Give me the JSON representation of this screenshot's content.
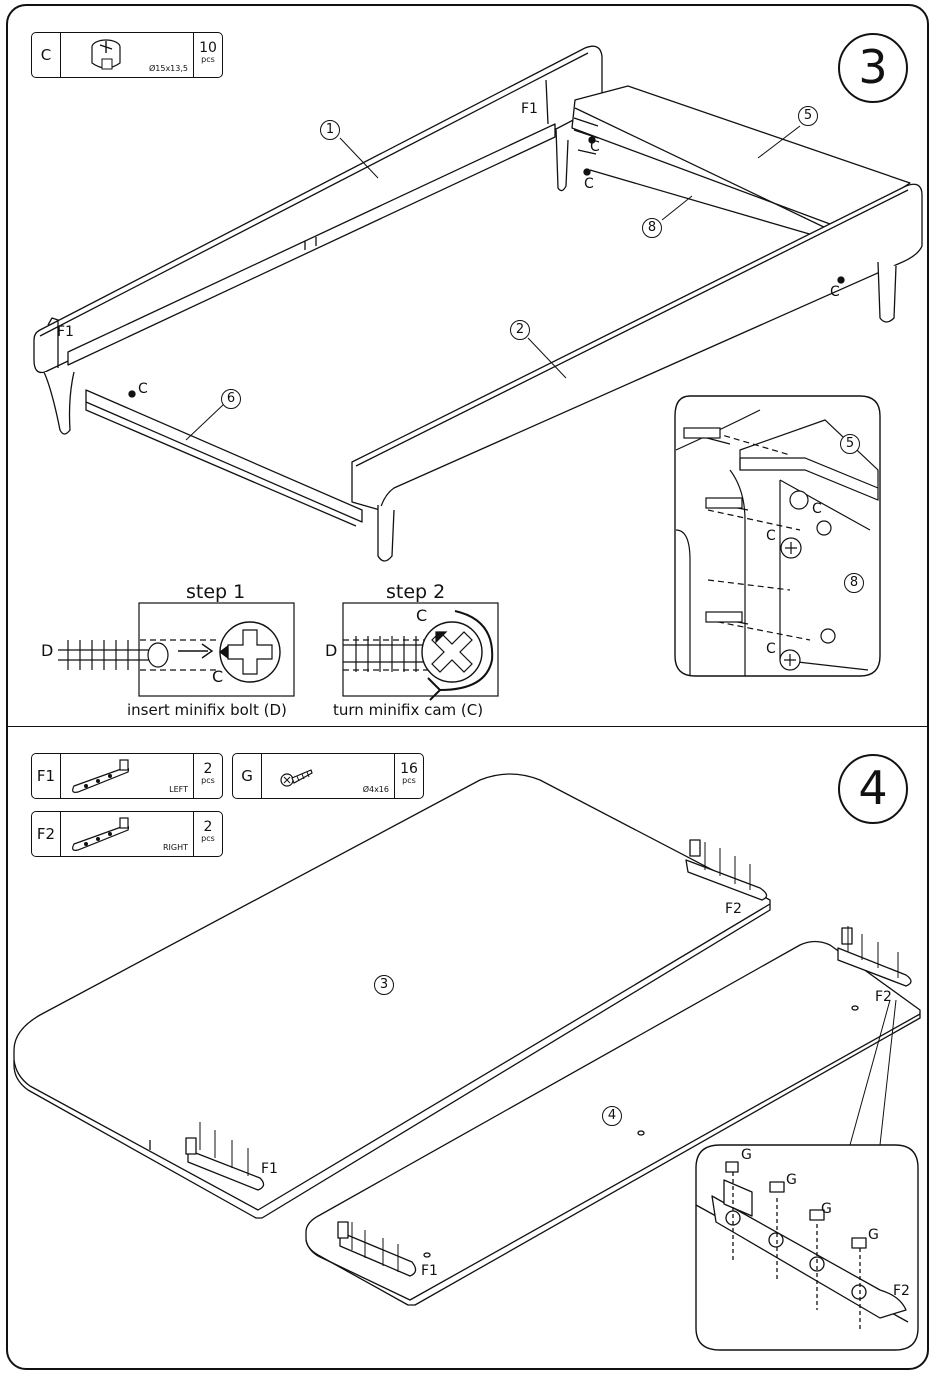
{
  "step3": {
    "number": "3",
    "part_c": {
      "code": "C",
      "qty": "10",
      "unit": "pcs",
      "size": "Ø15x13,5",
      "icon": "minifix-cam-icon"
    },
    "labels": {
      "f1_top": "F1",
      "f1_left": "F1",
      "c_a": "C",
      "c_b": "C",
      "c_right": "C",
      "c_left": "C"
    },
    "callouts": {
      "p1": "1",
      "p2": "2",
      "p5": "5",
      "p6": "6",
      "p8": "8"
    },
    "detail": {
      "p5": "5",
      "p8": "8",
      "c1": "C",
      "c2": "C",
      "c3": "C"
    },
    "instructions": {
      "step1_title": "step 1",
      "step1_bolt": "D",
      "step1_cam": "C",
      "step1_caption": "insert minifix bolt (D)",
      "step2_title": "step 2",
      "step2_bolt": "D",
      "step2_cam": "C",
      "step2_caption": "turn minifix cam (C)"
    }
  },
  "step4": {
    "number": "4",
    "parts": [
      {
        "code": "F1",
        "qty": "2",
        "unit": "pcs",
        "note": "LEFT",
        "icon": "bracket-left-icon"
      },
      {
        "code": "G",
        "qty": "16",
        "unit": "pcs",
        "note": "Ø4x16",
        "icon": "screw-icon"
      },
      {
        "code": "F2",
        "qty": "2",
        "unit": "pcs",
        "note": "RIGHT",
        "icon": "bracket-right-icon"
      }
    ],
    "labels": {
      "f2_a": "F2",
      "f2_b": "F2",
      "f1_a": "F1",
      "f1_b": "F1"
    },
    "callouts": {
      "p3": "3",
      "p4": "4"
    },
    "detail": {
      "g1": "G",
      "g2": "G",
      "g3": "G",
      "g4": "G",
      "f2": "F2"
    }
  }
}
